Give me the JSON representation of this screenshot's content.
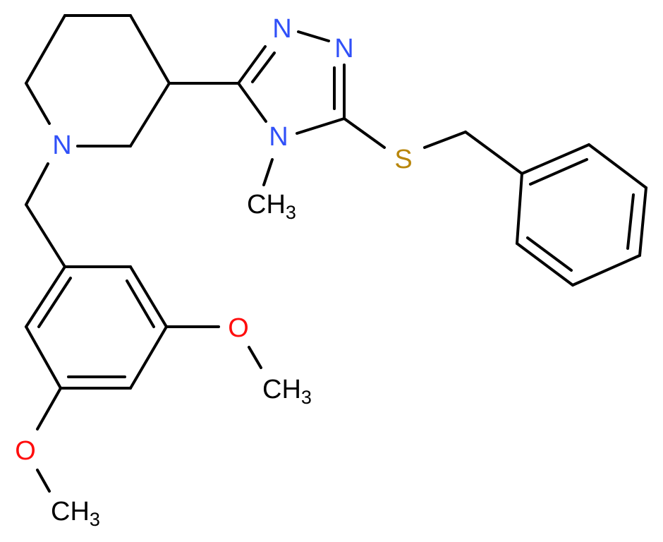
{
  "molecule": {
    "description": "5-(benzylsulfanyl)-3-[1-(3,5-dimethoxybenzyl)piperidin-3-yl]-4-methyl-4H-1,2,4-triazole",
    "colors": {
      "bond": "#000000",
      "N": "#3050F8",
      "O": "#FF0D0D",
      "S": "#B8860B",
      "C": "#000000"
    },
    "atoms": {
      "n_piperidine": "N",
      "n_triazole_top": "N",
      "n_triazole_right": "N",
      "n_triazole_methyl": "N",
      "s_thioether": "S",
      "ch3_n_methyl": "CH",
      "ch3_n_methyl_sub": "3",
      "o_methoxy_right": "O",
      "ch3_methoxy_right": "CH",
      "ch3_methoxy_right_sub": "3",
      "o_methoxy_left": "O",
      "ch3_methoxy_left": "CH",
      "ch3_methoxy_left_sub": "3"
    }
  }
}
